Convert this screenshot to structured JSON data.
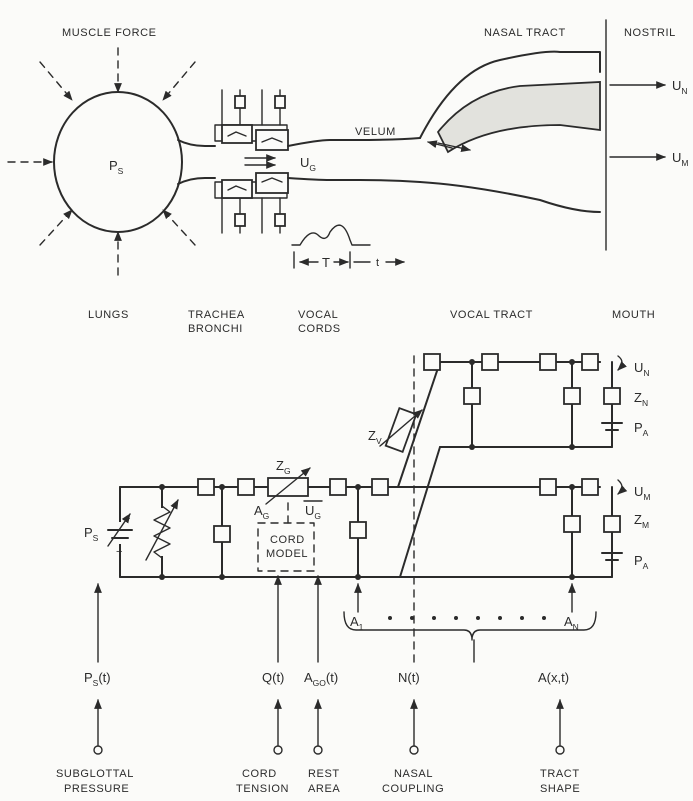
{
  "top": {
    "muscle_force": "MUSCLE FORCE",
    "nasal_tract": "NASAL TRACT",
    "nostril": "NOSTRIL",
    "ps": "P",
    "ps_sub": "S",
    "velum": "VELUM",
    "ug": "U",
    "ug_sub": "G",
    "un": "U",
    "un_sub": "N",
    "um": "U",
    "um_sub": "M",
    "t_period": "T",
    "t_time": "t"
  },
  "regions": {
    "lungs": "LUNGS",
    "trachea": "TRACHEA",
    "bronchi": "BRONCHI",
    "vocal": "VOCAL",
    "cords": "CORDS",
    "vocal_tract": "VOCAL TRACT",
    "mouth": "MOUTH"
  },
  "circuit": {
    "zv": "Z",
    "zv_sub": "V",
    "zg": "Z",
    "zg_sub": "G",
    "ag": "A",
    "ag_sub": "G",
    "ug": "U",
    "ug_sub": "G",
    "ps": "P",
    "ps_sub": "S",
    "cord_model_1": "CORD",
    "cord_model_2": "MODEL",
    "un": "U",
    "un_sub": "N",
    "zn": "Z",
    "zn_sub": "N",
    "pa_top": "P",
    "pa_top_sub": "A",
    "um": "U",
    "um_sub": "M",
    "zm": "Z",
    "zm_sub": "M",
    "pa_bot": "P",
    "pa_bot_sub": "A",
    "a1": "A",
    "a1_sub": "1",
    "an": "A",
    "an_sub": "N"
  },
  "controls": {
    "ps_t": "P",
    "ps_t_sub": "S",
    "ps_t_arg": "(t)",
    "q_t": "Q(t)",
    "ago_t": "A",
    "ago_t_sub": "GO",
    "ago_t_arg": "(t)",
    "n_t": "N(t)",
    "a_xt": "A(x,t)"
  },
  "bottom_labels": {
    "subglottal_1": "SUBGLOTTAL",
    "subglottal_2": "PRESSURE",
    "cord_1": "CORD",
    "cord_2": "TENSION",
    "rest_1": "REST",
    "rest_2": "AREA",
    "nasal_1": "NASAL",
    "nasal_2": "COUPLING",
    "tract_1": "TRACT",
    "tract_2": "SHAPE"
  }
}
